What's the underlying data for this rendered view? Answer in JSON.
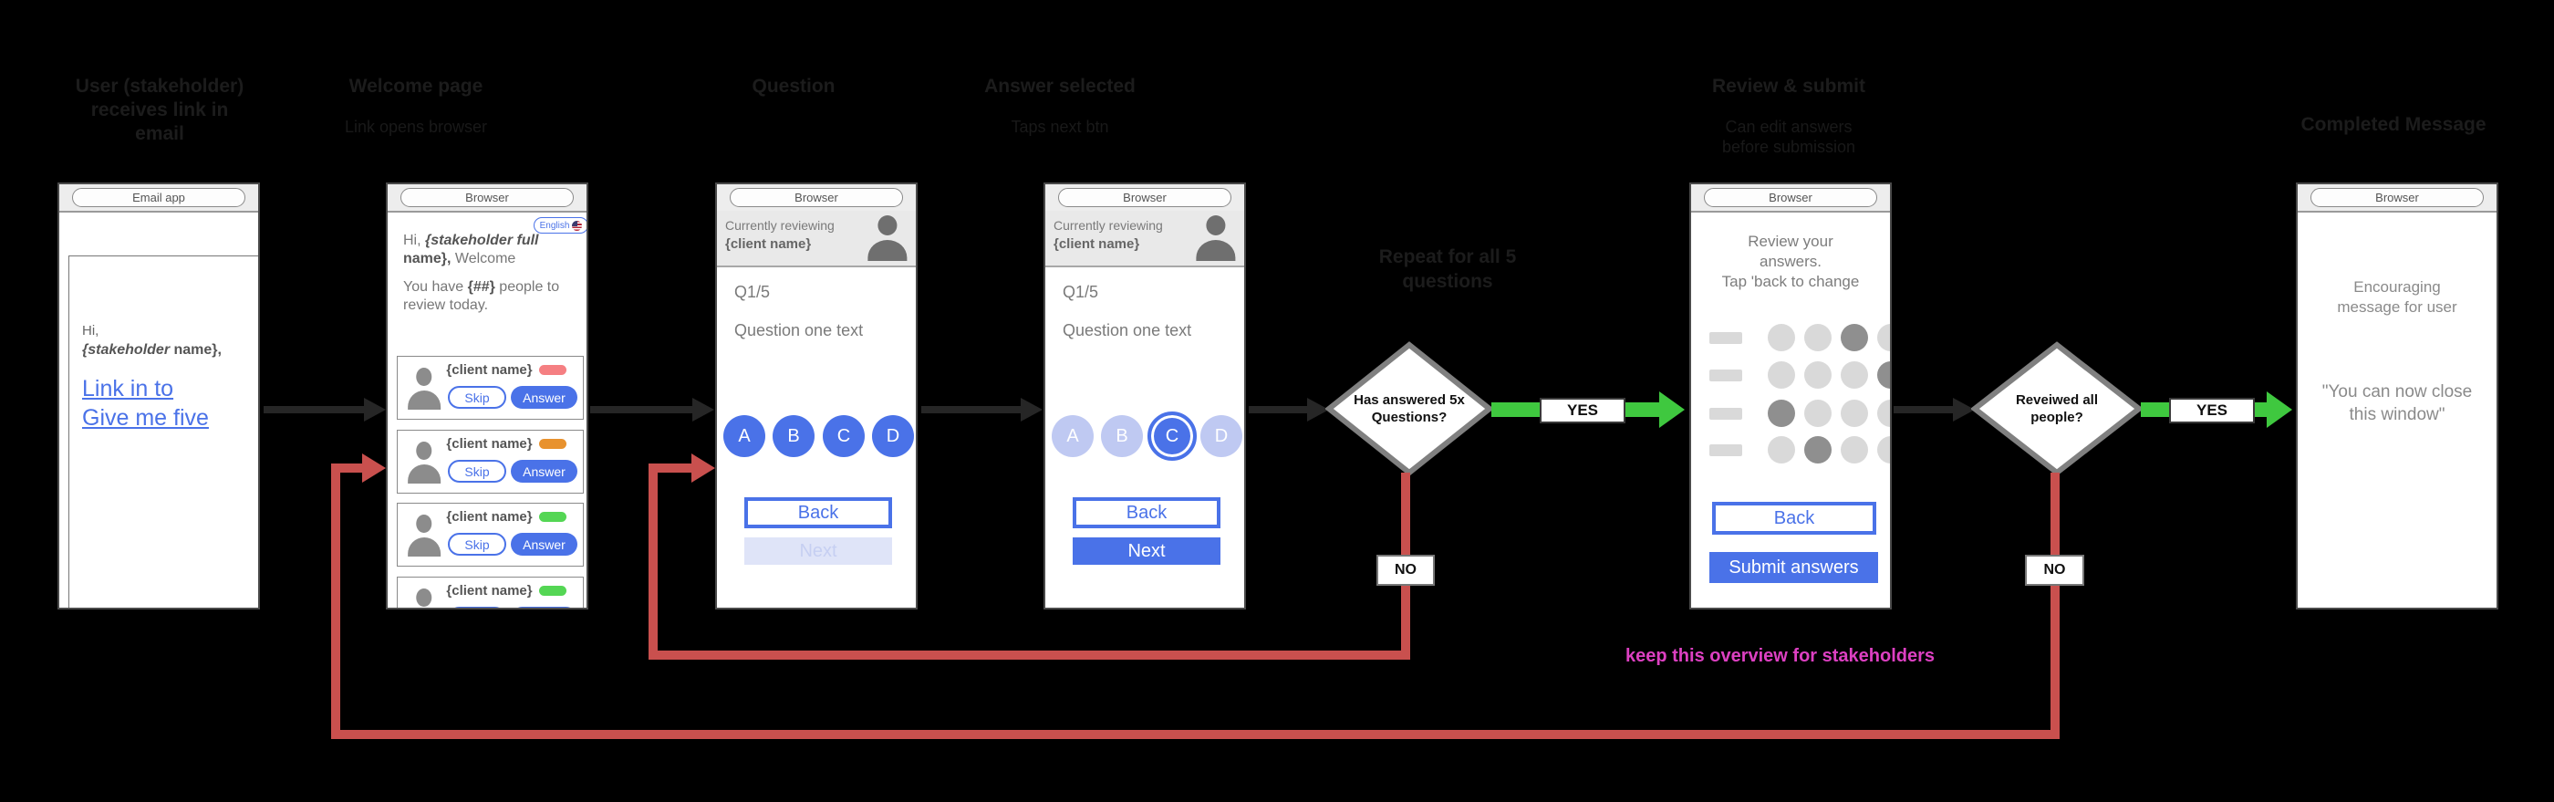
{
  "columns": {
    "email": {
      "title": "User (stakeholder)\nreceives link in\nemail"
    },
    "welcome": {
      "title": "Welcome page",
      "subtitle": "Link opens browser"
    },
    "question": {
      "title": "Question"
    },
    "answer": {
      "title": "Answer selected",
      "subtitle": "Taps next btn"
    },
    "review": {
      "title": "Review & submit",
      "subtitle": "Can edit answers\nbefore submission"
    },
    "completed": {
      "title": "Completed Message"
    }
  },
  "email_phone": {
    "device_label": "Email app",
    "greeting": "Hi,",
    "name_italic": "{stakeholder",
    "name_bold": " name},",
    "link_line1": "Link in to",
    "link_line2": "Give me five"
  },
  "welcome_phone": {
    "device_label": "Browser",
    "language": "English",
    "hi": "Hi, ",
    "name_italic": "{stakeholder full",
    "name_bold": " name},",
    "welcome_suffix": " Welcome",
    "have": "You have ",
    "count": "{##}",
    "people_suffix": " people to review today.",
    "skip": "Skip",
    "answer": "Answer",
    "clients": [
      {
        "name": "{client name}",
        "status": "#f57f82"
      },
      {
        "name": "{client name}",
        "status": "#e8922e"
      },
      {
        "name": "{client name}",
        "status": "#54d654"
      },
      {
        "name": "{client name}",
        "status": "#54d654"
      }
    ]
  },
  "question_phone": {
    "device_label": "Browser",
    "reviewing": "Currently reviewing",
    "client": "{client name}",
    "progress": "Q1/5",
    "question": "Question one text",
    "options": [
      "A",
      "B",
      "C",
      "D"
    ],
    "back": "Back",
    "next": "Next"
  },
  "answer_phone": {
    "device_label": "Browser",
    "reviewing": "Currently reviewing",
    "client": "{client name}",
    "progress": "Q1/5",
    "question": "Question one text",
    "options": [
      "A",
      "B",
      "C",
      "D"
    ],
    "selected_option": "C",
    "back": "Back",
    "next": "Next"
  },
  "review_phone": {
    "device_label": "Browser",
    "instruction": "Review your\nanswers.\nTap 'back to change",
    "rows_selected": [
      3,
      4,
      1,
      2
    ],
    "options_per_row": 4,
    "back": "Back",
    "submit": "Submit answers"
  },
  "completed_phone": {
    "device_label": "Browser",
    "message1": "Encouraging\nmessage for user",
    "message2": "\"You can now close\nthis window\""
  },
  "flow": {
    "diamond1": "Has answered 5x\nQuestions?",
    "diamond2": "Reveiwed all\npeople?",
    "yes": "YES",
    "no": "NO",
    "repeat_note": "Repeat for all 5\nquestions",
    "stakeholder_note": "keep this overview for stakeholders"
  },
  "colors": {
    "blue": "#4a72e8",
    "faded_blue": "#bfc9f2",
    "red_connector": "#c9504e",
    "green_arrow": "#3fc83f",
    "dark_arrow": "#262626",
    "pink_note": "#dd40c2",
    "status_red": "#f57f82",
    "status_orange": "#e8922e",
    "status_green": "#54d654"
  }
}
